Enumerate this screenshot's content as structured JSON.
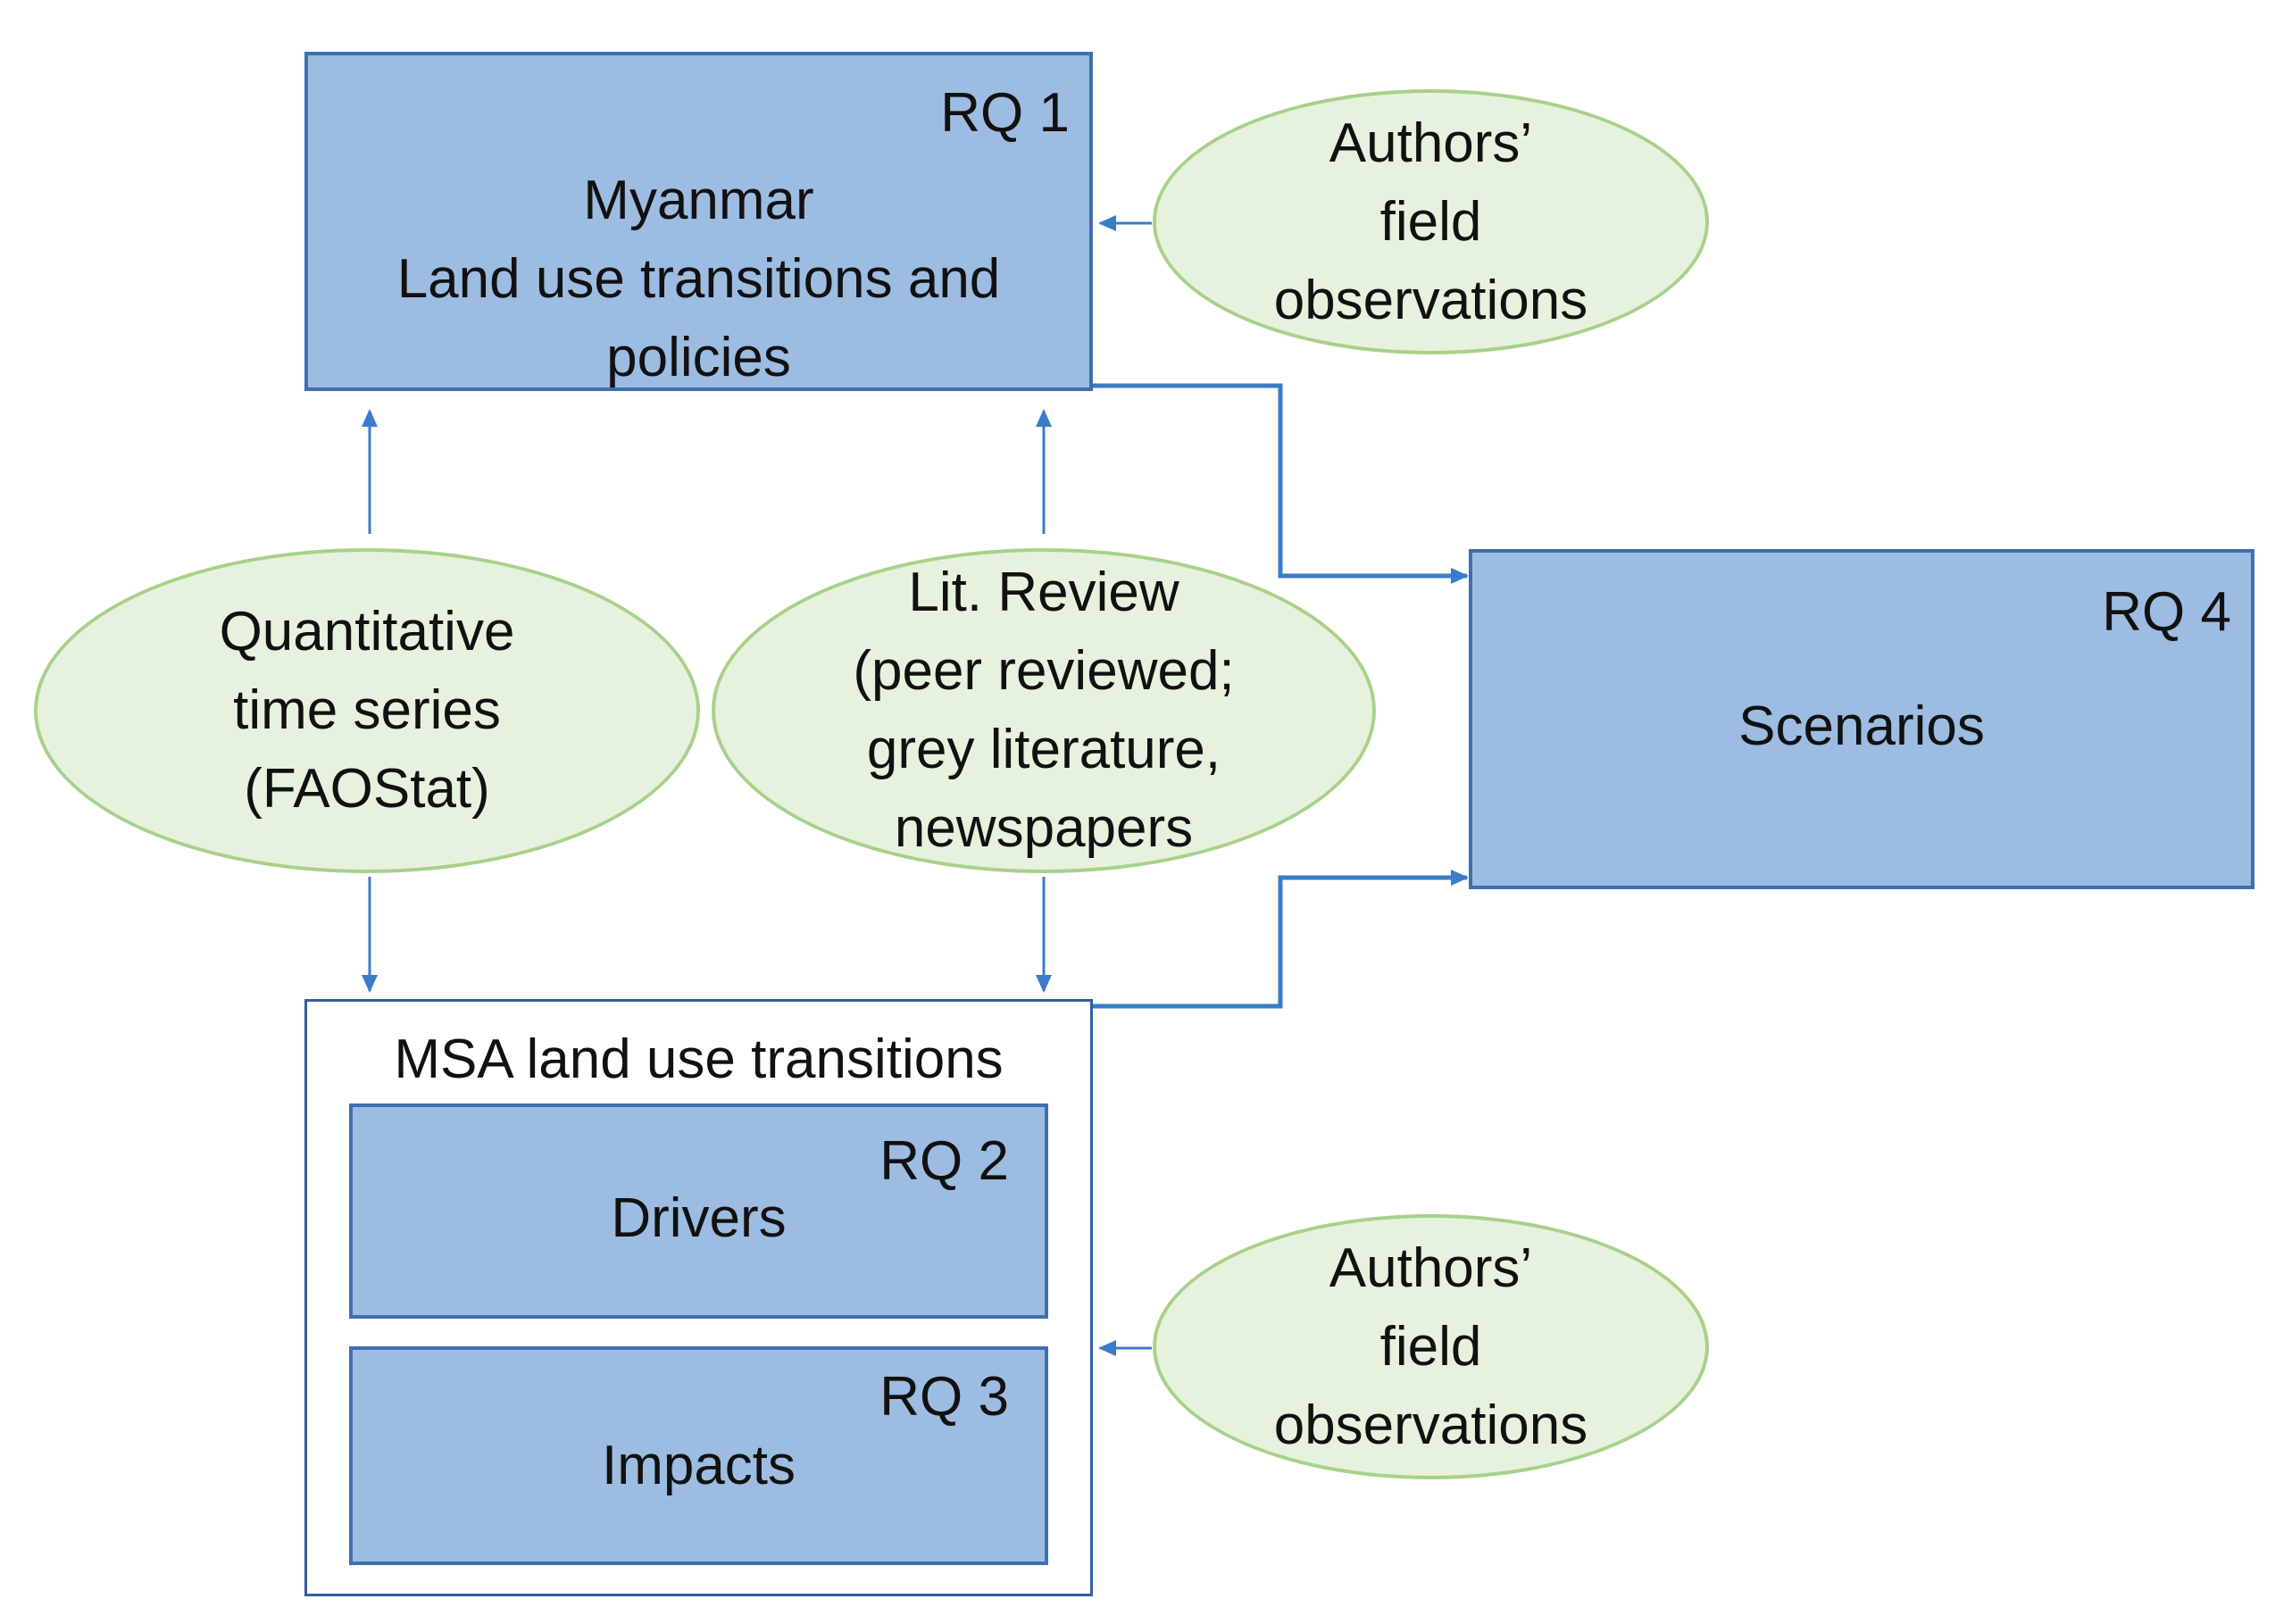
{
  "diagram": {
    "myanmar_box": {
      "rq": "RQ 1",
      "lines": [
        "Myanmar",
        "Land use transitions and",
        "policies"
      ]
    },
    "scenarios_box": {
      "rq": "RQ 4",
      "label": "Scenarios"
    },
    "msa_group": {
      "title": "MSA land use transitions",
      "drivers": {
        "rq": "RQ 2",
        "label": "Drivers"
      },
      "impacts": {
        "rq": "RQ 3",
        "label": "Impacts"
      }
    },
    "field_obs_top": {
      "lines": [
        "Authors’",
        "field",
        "observations"
      ]
    },
    "field_obs_bottom": {
      "lines": [
        "Authors’",
        "field",
        "observations"
      ]
    },
    "quant_series": {
      "lines": [
        "Quantitative",
        "time series",
        "(FAOStat)"
      ]
    },
    "lit_review": {
      "lines": [
        "Lit. Review",
        "(peer reviewed;",
        "grey literature,",
        "newspapers"
      ]
    },
    "colors": {
      "box_fill": "#9dbce2",
      "box_border": "#3f6fb0",
      "ellipse_fill": "#e7f2de",
      "ellipse_border": "#a8d18a",
      "arrow": "#3a7cc9"
    }
  }
}
